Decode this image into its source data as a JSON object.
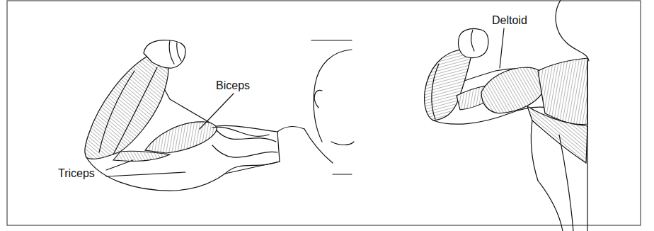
{
  "diagram": {
    "labels": [
      "Biceps",
      "Triceps",
      "Deltoid"
    ]
  }
}
